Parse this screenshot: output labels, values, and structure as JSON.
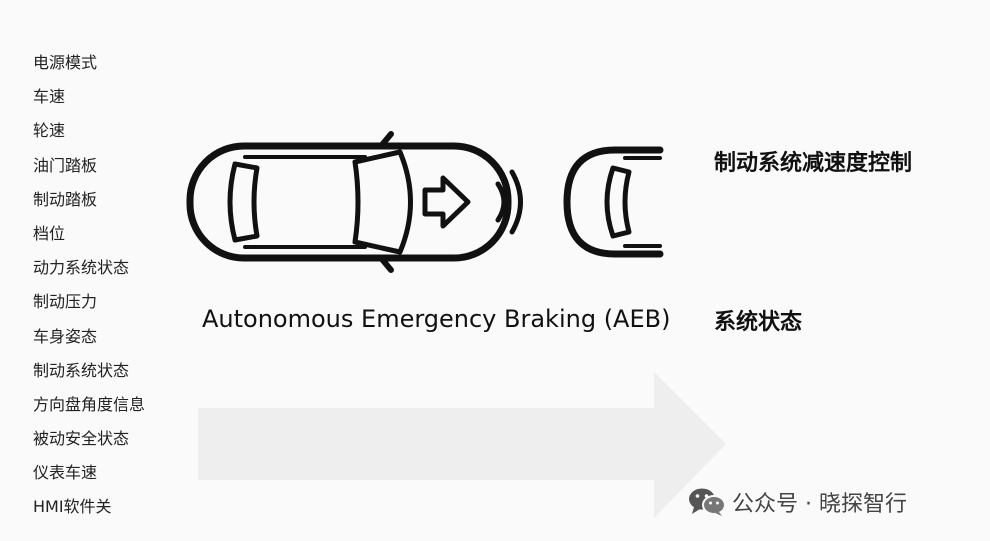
{
  "inputs": [
    "电源模式",
    "车速",
    "轮速",
    "油门踏板",
    "制动踏板",
    "档位",
    "动力系统状态",
    "制动压力",
    "车身姿态",
    "制动系统状态",
    "方向盘角度信息",
    "被动安全状态",
    "仪表车速",
    "HMI软件关"
  ],
  "title": "Autonomous Emergency Braking (AEB)",
  "outputs": [
    "制动系统减速度控制",
    "系统状态"
  ],
  "watermark": {
    "text": "公众号 · 晓探智行",
    "icon": "wechat-icon"
  },
  "colors": {
    "arrow": "#eeeeee",
    "stroke": "#111111"
  }
}
